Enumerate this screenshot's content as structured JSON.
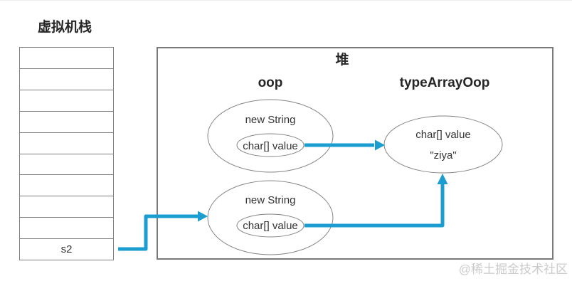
{
  "colors": {
    "arrow": "#1b9dd0",
    "shape_stroke": "#7f7f7f",
    "text": "#333333",
    "watermark": "#cbcbcb"
  },
  "vm_stack": {
    "title": "虚拟机栈",
    "rows": [
      "",
      "",
      "",
      "",
      "",
      "",
      "",
      "",
      "",
      "s2"
    ]
  },
  "heap": {
    "title": "堆",
    "oop_label": "oop",
    "type_array_oop_label": "typeArrayOop",
    "string_object_1": {
      "label": "new String",
      "field": "char[] value"
    },
    "string_object_2": {
      "label": "new String",
      "field": "char[] value"
    },
    "char_array": {
      "label": "char[] value",
      "value": "\"ziya\""
    }
  },
  "references": [
    {
      "from": "s2",
      "to": "string_object_2"
    },
    {
      "from": "string_object_1.char[] value",
      "to": "char_array"
    },
    {
      "from": "string_object_2.char[] value",
      "to": "char_array"
    }
  ],
  "watermark": "@稀土掘金技术社区"
}
